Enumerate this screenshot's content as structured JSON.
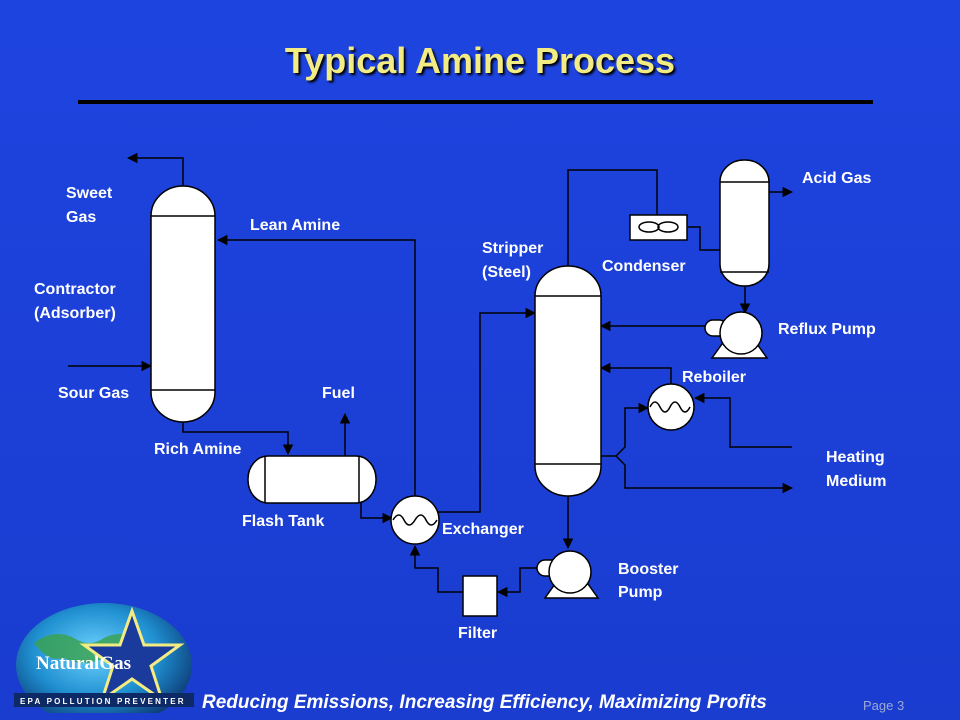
{
  "title": "Typical Amine Process",
  "labels": {
    "sweet_gas": [
      "Sweet",
      "Gas"
    ],
    "contractor": [
      "Contractor",
      "(Adsorber)"
    ],
    "sour_gas": "Sour Gas",
    "lean_amine": "Lean Amine",
    "rich_amine": "Rich Amine",
    "fuel": "Fuel",
    "flash_tank": "Flash Tank",
    "exchanger": "Exchanger",
    "filter": "Filter",
    "stripper": [
      "Stripper",
      "(Steel)"
    ],
    "condenser": "Condenser",
    "acid_gas": "Acid Gas",
    "reflux_pump": "Reflux Pump",
    "reboiler": "Reboiler",
    "heating_medium": [
      "Heating",
      "Medium"
    ],
    "booster_pump": [
      "Booster",
      "Pump"
    ]
  },
  "logo": {
    "brand": "NaturalGas",
    "tagline": "EPA POLLUTION PREVENTER"
  },
  "footer": "Reducing Emissions, Increasing Efficiency, Maximizing Profits",
  "page_number": "Page 3",
  "colors": {
    "background": "#1c3fd8",
    "title": "#f2ec82",
    "text": "#ffffff",
    "equipment_fill": "#ffffff",
    "lines": "#000000"
  }
}
